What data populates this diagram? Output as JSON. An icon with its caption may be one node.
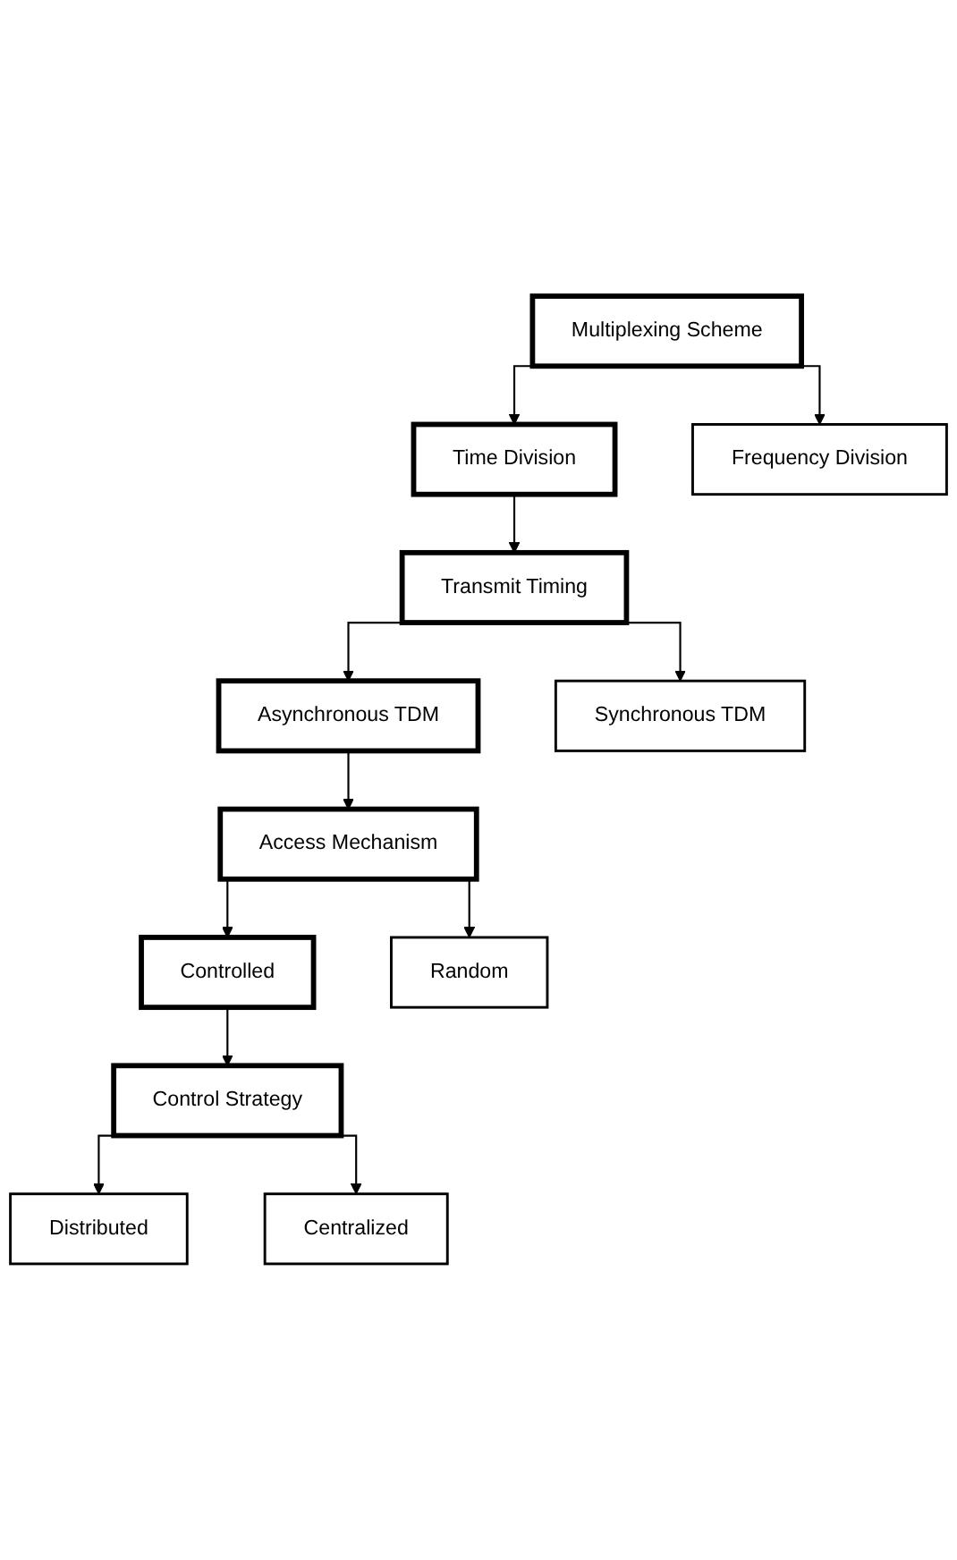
{
  "diagram": {
    "nodes": [
      {
        "text": [
          "Multiplexing Scheme"
        ]
      },
      {
        "text": [
          "Time Division"
        ]
      },
      {
        "text": [
          "Frequency Division"
        ]
      },
      {
        "text": [
          "Transmit Timing"
        ]
      },
      {
        "text": [
          "Asynchronous TDM"
        ]
      },
      {
        "text": [
          "Synchronous TDM"
        ]
      },
      {
        "text": [
          "Access Mechanism"
        ]
      },
      {
        "text": [
          "Controlled"
        ]
      },
      {
        "text": [
          "Random"
        ]
      },
      {
        "text": [
          "Control Strategy"
        ]
      },
      {
        "text": [
          "Distributed"
        ]
      },
      {
        "text": [
          "Centralized"
        ]
      }
    ],
    "edges": [
      {
        "from": 0,
        "to": 1,
        "arrow": "to"
      },
      {
        "from": 0,
        "to": 2,
        "arrow": "to"
      },
      {
        "from": 1,
        "to": 3,
        "arrow": "to"
      },
      {
        "from": 3,
        "to": 4,
        "arrow": "to"
      },
      {
        "from": 3,
        "to": 5,
        "arrow": "to"
      },
      {
        "from": 4,
        "to": 6,
        "arrow": "to"
      },
      {
        "from": 6,
        "to": 7,
        "arrow": "to"
      },
      {
        "from": 6,
        "to": 8,
        "arrow": "to"
      },
      {
        "from": 7,
        "to": 9,
        "arrow": "to"
      },
      {
        "from": 9,
        "to": 10,
        "arrow": "to"
      },
      {
        "from": 9,
        "to": 11,
        "arrow": "to"
      }
    ]
  }
}
